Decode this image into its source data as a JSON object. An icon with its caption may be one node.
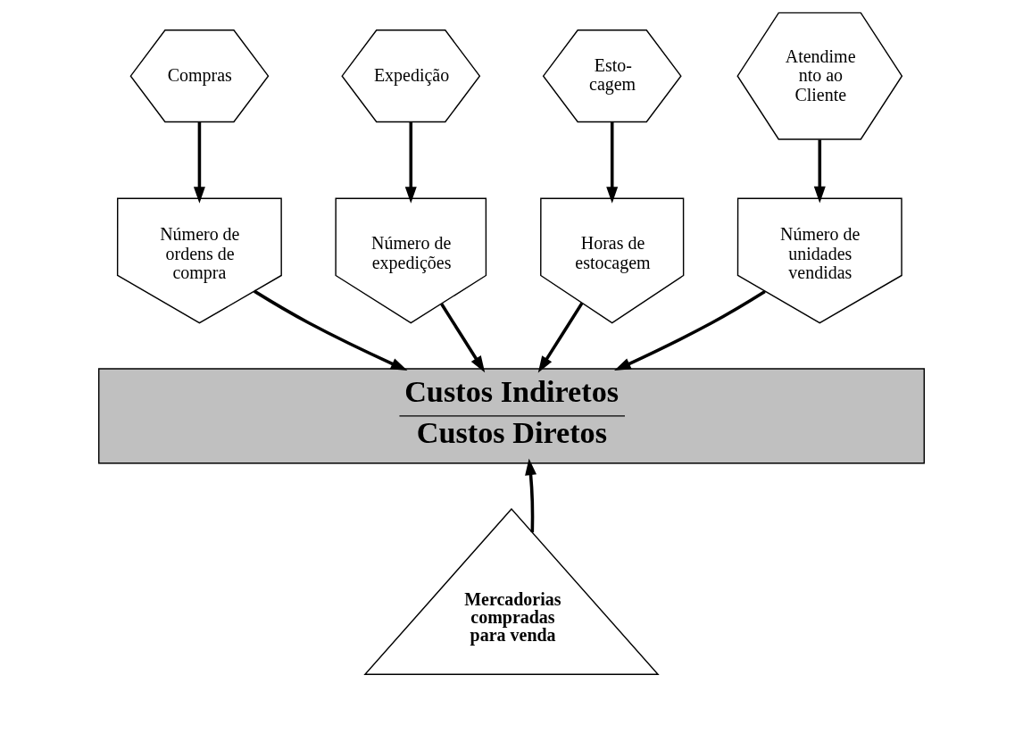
{
  "diagram": {
    "nodes": [
      {
        "text": [
          "Compras"
        ]
      },
      {
        "text": [
          "Expedição"
        ]
      },
      {
        "text": [
          "Esto- cagem"
        ]
      },
      {
        "text": [
          "Atendime nto ao Cliente"
        ]
      },
      {
        "text": [
          "Número de ordens de compra"
        ]
      },
      {
        "text": [
          "Número de expedições"
        ]
      },
      {
        "text": [
          "Horas de estocagem"
        ]
      },
      {
        "text": [
          "Número de unidades vendidas"
        ]
      },
      {
        "text": [
          "Custos Indiretos",
          "Custos Diretos"
        ]
      },
      {
        "text": [
          "Mercadorias compradas para venda"
        ]
      }
    ],
    "edges": [
      {
        "from": 0,
        "to": 4,
        "arrow": "to"
      },
      {
        "from": 1,
        "to": 5,
        "arrow": "to"
      },
      {
        "from": 2,
        "to": 6,
        "arrow": "to"
      },
      {
        "from": 3,
        "to": 7,
        "arrow": "to"
      },
      {
        "from": 4,
        "to": 8,
        "arrow": "to"
      },
      {
        "from": 5,
        "to": 8,
        "arrow": "to"
      },
      {
        "from": 6,
        "to": 8,
        "arrow": "to"
      },
      {
        "from": 7,
        "to": 8,
        "arrow": "to"
      },
      {
        "from": 9,
        "to": 8,
        "arrow": "to"
      }
    ]
  }
}
